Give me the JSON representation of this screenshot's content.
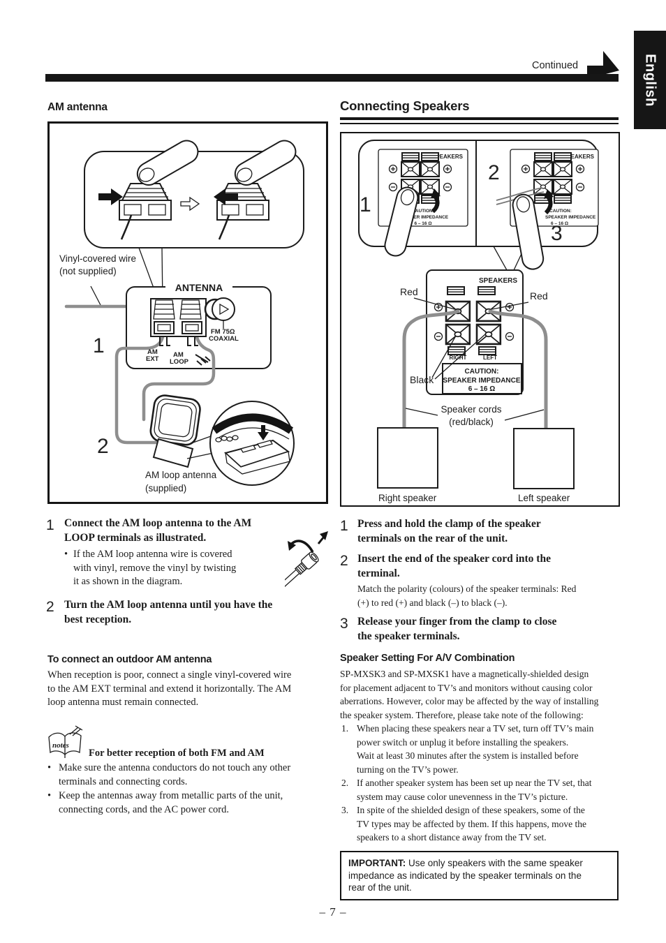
{
  "page": {
    "continued": "Continued",
    "language": "English",
    "number": "– 7 –"
  },
  "colors": {
    "ink": "#1c1c1c",
    "wire_gray": "#8e8e8e"
  },
  "left": {
    "heading": "AM antenna",
    "diagram": {
      "vinyl1": "Vinyl-covered wire",
      "vinyl2": "(not supplied)",
      "antenna": "ANTENNA",
      "fm1": "FM 75Ω",
      "fm2": "COAXIAL",
      "am_a": "AM",
      "ext": "EXT",
      "am_b": "AM",
      "loop": "LOOP",
      "n1": "1",
      "n2": "2",
      "loop_label1": "AM loop antenna",
      "loop_label2": "(supplied)"
    },
    "steps": [
      {
        "num": "1",
        "title": "Connect the AM loop antenna to the AM\nLOOP terminals as illustrated.",
        "bullet_marker": "•",
        "bullet": "If the AM loop antenna wire is covered\nwith vinyl, remove the vinyl by twisting\nit as shown in the diagram."
      },
      {
        "num": "2",
        "title": "Turn the AM loop antenna until you have the\nbest reception."
      }
    ],
    "outdoor": {
      "heading": "To connect an outdoor AM antenna",
      "body": "When reception is poor, connect a single vinyl-covered wire\nto the AM EXT terminal and extend it horizontally. The AM\nloop antenna must remain connected."
    },
    "notes": {
      "icon": "notes",
      "heading": "For better reception of both FM and AM",
      "marker": "•",
      "items": [
        "Make sure the antenna conductors do not touch any other\nterminals and connecting cords.",
        "Keep the antennas away from metallic parts of the unit,\nconnecting cords, and the AC power cord."
      ]
    }
  },
  "right": {
    "heading": "Connecting Speakers",
    "diagram": {
      "speakers": "SPEAKERS",
      "n1": "1",
      "n2": "2",
      "n3": "3",
      "red": "Red",
      "black": "Black",
      "right_ch": "RIGHT",
      "left_ch": "LEFT",
      "caution1": "CAUTION:",
      "caution2": "SPEAKER IMPEDANCE",
      "caution3": "6 – 16 Ω",
      "cords1": "Speaker cords",
      "cords2": "(red/black)",
      "right_speaker": "Right speaker",
      "left_speaker": "Left speaker"
    },
    "steps": [
      {
        "num": "1",
        "title": "Press and hold the clamp of the speaker\nterminals on the rear of the unit."
      },
      {
        "num": "2",
        "title": "Insert the end of the speaker cord into the\nterminal.",
        "body": "Match the polarity (colours) of the speaker terminals: Red\n(+) to red (+) and black (–) to black (–)."
      },
      {
        "num": "3",
        "title": "Release your finger from the clamp to close\nthe speaker terminals."
      }
    ],
    "av": {
      "heading": "Speaker Setting For A/V Combination",
      "intro": "SP-MXSK3 and SP-MXSK1  have a magnetically-shielded design\nfor placement adjacent to TV’s and monitors without causing color\naberrations. However, color may be affected by the way of installing\nthe speaker system. Therefore, please take note of the following:",
      "items": [
        {
          "num": "1.",
          "text": "When placing these speakers near a TV set, turn off TV’s main\npower switch or unplug it before installing the speakers.\nWait at least 30 minutes after the system is installed before\nturning on the TV’s power."
        },
        {
          "num": "2.",
          "text": "If another speaker system has been set up near the TV set, that\nsystem may cause color unevenness in the TV’s picture."
        },
        {
          "num": "3.",
          "text": "In spite of the shielded design of these speakers, some of the\nTV types may be affected by them. If this happens, move the\nspeakers to a short distance away from the TV set."
        }
      ]
    },
    "important": {
      "label": "IMPORTANT:",
      "text": " Use only speakers with the same speaker\nimpedance as indicated by the speaker terminals on the\nrear of the unit."
    }
  }
}
